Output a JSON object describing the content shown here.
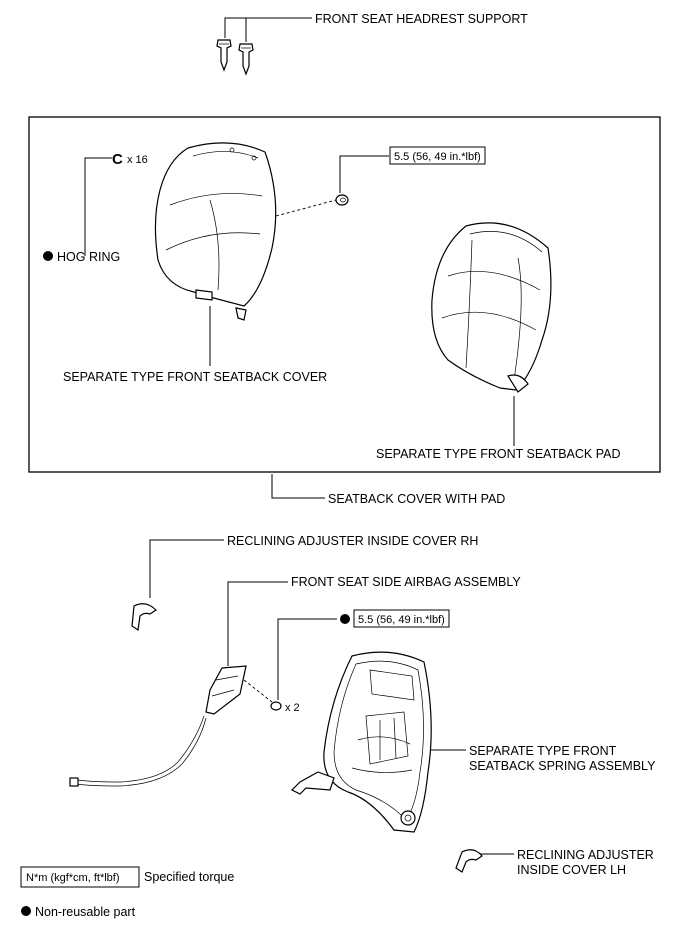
{
  "labels": {
    "headrest_support": "FRONT SEAT HEADREST SUPPORT",
    "hog_ring": "HOG RING",
    "hog_ring_qty": "x 16",
    "torque_top": "5.5 (56, 49 in.*lbf)",
    "seatback_cover": "SEPARATE TYPE FRONT SEATBACK COVER",
    "seatback_pad": "SEPARATE TYPE FRONT SEATBACK PAD",
    "cover_with_pad": "SEATBACK COVER WITH PAD",
    "recliner_rh": "RECLINING ADJUSTER INSIDE COVER RH",
    "side_airbag": "FRONT SEAT SIDE AIRBAG ASSEMBLY",
    "torque_bottom": "5.5 (56, 49 in.*lbf)",
    "nut_qty": "x 2",
    "spring_assembly_1": "SEPARATE TYPE FRONT",
    "spring_assembly_2": "SEATBACK SPRING ASSEMBLY",
    "recliner_lh_1": "RECLINING ADJUSTER",
    "recliner_lh_2": "INSIDE COVER LH"
  },
  "legend": {
    "torque_unit": "N*m (kgf*cm, ft*lbf)",
    "torque_desc": "Specified torque",
    "nonreusable_desc": "Non-reusable part"
  }
}
